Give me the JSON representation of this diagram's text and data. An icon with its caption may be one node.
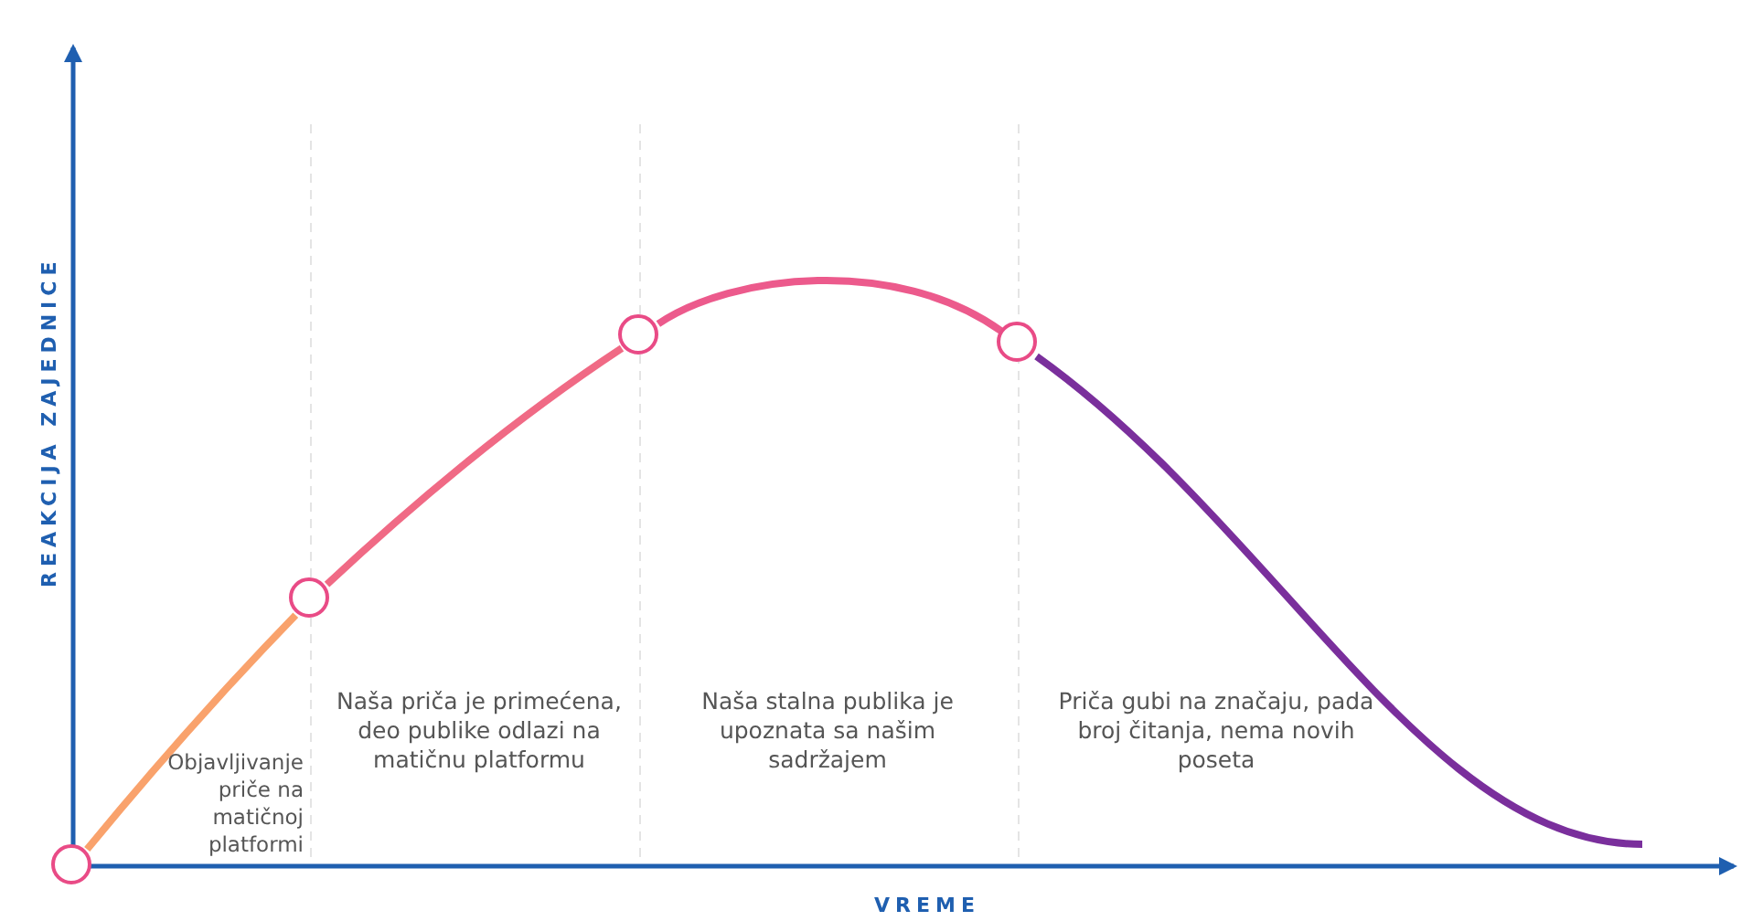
{
  "diagram": {
    "nodes": [
      {
        "text": [],
        "shape": "circle"
      },
      {
        "text": [],
        "shape": "circle"
      },
      {
        "text": [],
        "shape": "circle"
      },
      {
        "text": [],
        "shape": "circle"
      }
    ],
    "edges": [
      {
        "from": 0,
        "to": 1,
        "arrow": "none",
        "color": "#f9a26c"
      },
      {
        "from": 1,
        "to": 2,
        "arrow": "none",
        "color": "#f06a85"
      },
      {
        "from": 2,
        "to": 3,
        "arrow": "none",
        "color": "#ec5a8c"
      },
      {
        "from": 3,
        "to": null,
        "arrow": "none",
        "color": "#7a2f9c"
      }
    ],
    "labels": [
      "REAKCIJA ZAJEDNICE",
      "Objavljivanje priče na matičnoj platformi",
      "Naša priča je primećena, deo publike odlazi na matičnu platformu",
      "Naša stalna publika je upoznata sa našim sadržajem",
      "Priča gubi na značaju, pada broj čitanja, nema novih poseta",
      "VREME"
    ]
  }
}
